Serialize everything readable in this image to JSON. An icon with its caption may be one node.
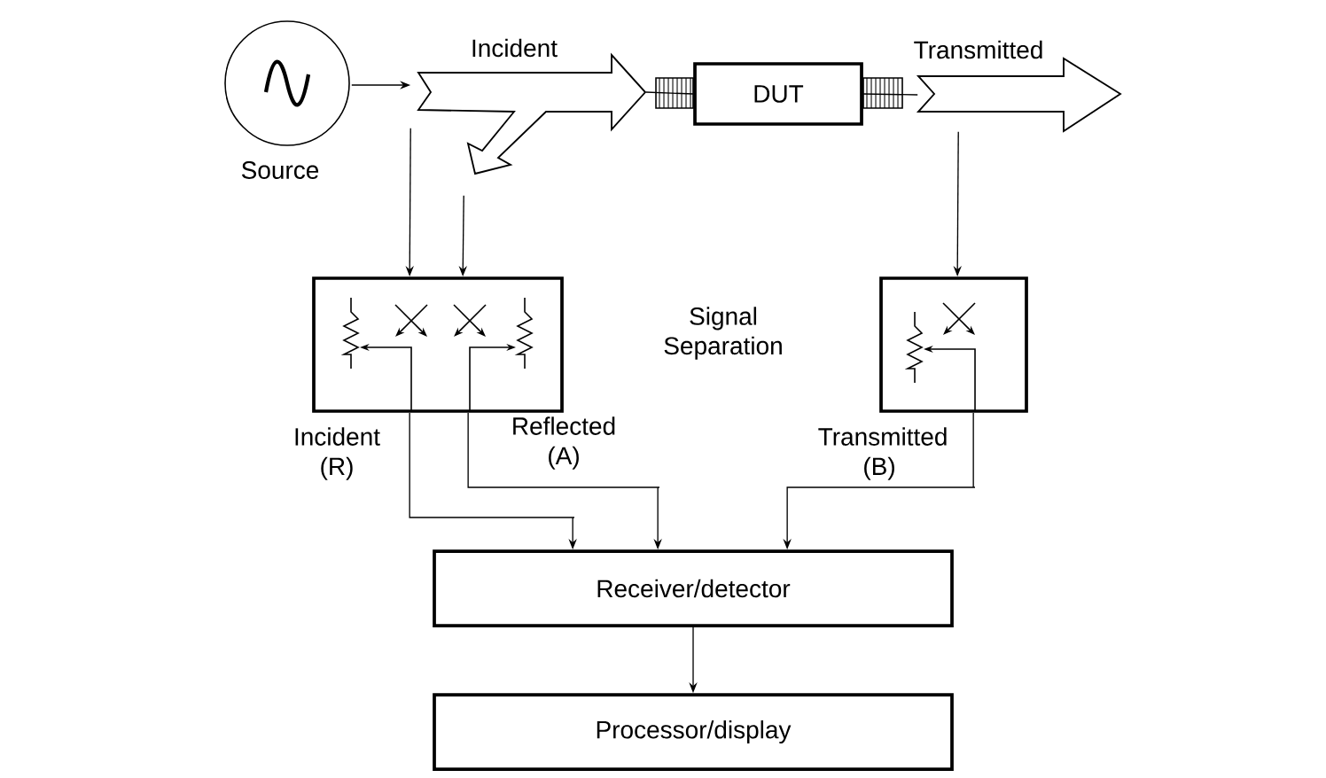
{
  "diagram": {
    "nodes": [
      {
        "text": [],
        "shape": "circle",
        "beside": [
          "Source"
        ]
      },
      {
        "text": [
          "Incident"
        ]
      },
      {
        "text": [
          "DUT"
        ]
      },
      {
        "text": [
          "Transmitted"
        ]
      },
      {
        "text": [],
        "shape": "box"
      },
      {
        "text": [],
        "shape": "box"
      },
      {
        "text": [
          "Receiver/detector"
        ]
      },
      {
        "text": [
          "Processor/display"
        ]
      }
    ],
    "edges": [
      {
        "from": 0,
        "to": 1,
        "arrow": "to"
      },
      {
        "from": 1,
        "to": 2,
        "arrow": "other"
      },
      {
        "from": 2,
        "to": 3,
        "arrow": "other"
      },
      {
        "from": 1,
        "to": 4,
        "arrow": "to"
      },
      {
        "from": 1,
        "to": 4,
        "arrow": "to"
      },
      {
        "from": 3,
        "to": 5,
        "arrow": "to"
      },
      {
        "from": 4,
        "to": 6,
        "arrow": "to",
        "label": "Incident (R)"
      },
      {
        "from": 4,
        "to": 6,
        "arrow": "to",
        "label": "Reflected (A)"
      },
      {
        "from": 5,
        "to": 6,
        "arrow": "to",
        "label": "Transmitted (B)"
      },
      {
        "from": 6,
        "to": 7,
        "arrow": "to"
      }
    ],
    "labels": [
      "Signal Separation"
    ]
  }
}
